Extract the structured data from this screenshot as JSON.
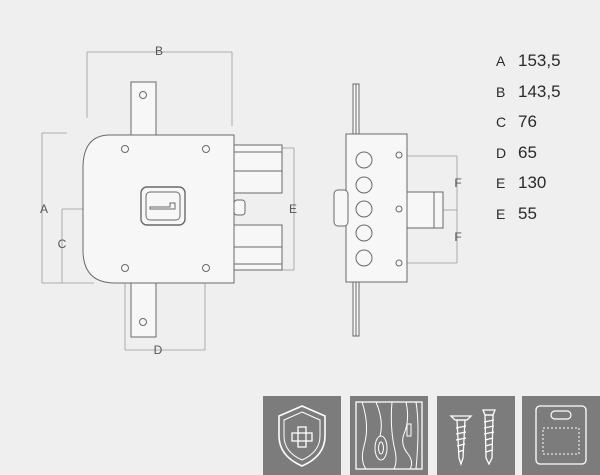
{
  "dimensions": [
    {
      "key": "A",
      "value": "153,5"
    },
    {
      "key": "B",
      "value": "143,5"
    },
    {
      "key": "C",
      "value": "76"
    },
    {
      "key": "D",
      "value": "65"
    },
    {
      "key": "E",
      "value": "130"
    },
    {
      "key": "E",
      "value": "55"
    }
  ],
  "diagram_labels": {
    "a": "A",
    "b": "B",
    "c": "C",
    "d": "D",
    "e": "E",
    "f1": "F",
    "f2": "F"
  },
  "feature_icons": [
    {
      "name": "shield-plus-icon"
    },
    {
      "name": "wood-grain-icon"
    },
    {
      "name": "screws-icon"
    },
    {
      "name": "blister-pack-icon"
    }
  ],
  "colors": {
    "background": "#efefef",
    "line": "#6a6a6a",
    "lock_fill": "#f7f7f7",
    "tile": "#7c7c7c",
    "tile_line": "#ffffff"
  }
}
